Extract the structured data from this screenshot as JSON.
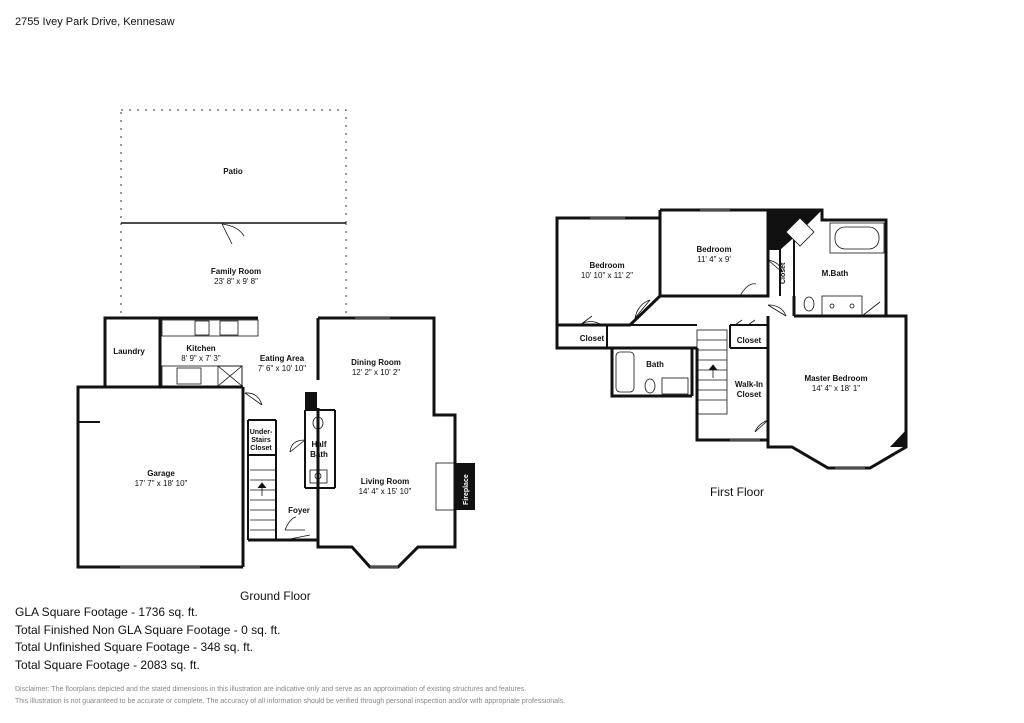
{
  "address": "2755 Ivey Park Drive, Kennesaw",
  "ground_floor": {
    "label": "Ground Floor",
    "patio": "Patio",
    "family_room": {
      "name": "Family Room",
      "dims": "23' 8\" x 9' 8\""
    },
    "laundry": "Laundry",
    "kitchen": {
      "name": "Kitchen",
      "dims": "8' 9\" x 7' 3\""
    },
    "eating_area": {
      "name": "Eating Area",
      "dims": "7' 6\" x 10' 10\""
    },
    "dining_room": {
      "name": "Dining Room",
      "dims": "12' 2\" x 10' 2\""
    },
    "under_stairs_closet": [
      "Under-",
      "Stairs",
      "Closet"
    ],
    "half_bath": [
      "Half",
      "Bath"
    ],
    "garage": {
      "name": "Garage",
      "dims": "17' 7\" x 18' 10\""
    },
    "living_room": {
      "name": "Living Room",
      "dims": "14' 4\" x 15' 10\""
    },
    "fireplace": "Fireplace",
    "foyer": "Foyer"
  },
  "first_floor": {
    "label": "First Floor",
    "bedroom_1": {
      "name": "Bedroom",
      "dims": "10' 10\" x 11' 2\""
    },
    "bedroom_2": {
      "name": "Bedroom",
      "dims": "11' 4\" x 9'"
    },
    "closet_vertical": "Closet",
    "m_bath": "M.Bath",
    "closet_1": "Closet",
    "bath": "Bath",
    "closet_2": "Closet",
    "walk_in_closet": [
      "Walk-In",
      "Closet"
    ],
    "master_bedroom": {
      "name": "Master Bedroom",
      "dims": "14' 4\" x 18' 1\""
    }
  },
  "stats": [
    "GLA Square Footage - 1736 sq. ft.",
    "Total Finished Non GLA Square Footage - 0 sq. ft.",
    "Total Unfinished Square Footage - 348 sq. ft.",
    "Total Square Footage - 2083 sq. ft."
  ],
  "disclaimer": [
    "Disclaimer: The floorplans depicted and the stated dimensions in this illustration are indicative only and serve as an approximation of existing structures and features.",
    "This illustration is not guaranteed to be accurate or complete. The accuracy of all information should be verified through personal inspection and/or with appropriate professionals."
  ]
}
